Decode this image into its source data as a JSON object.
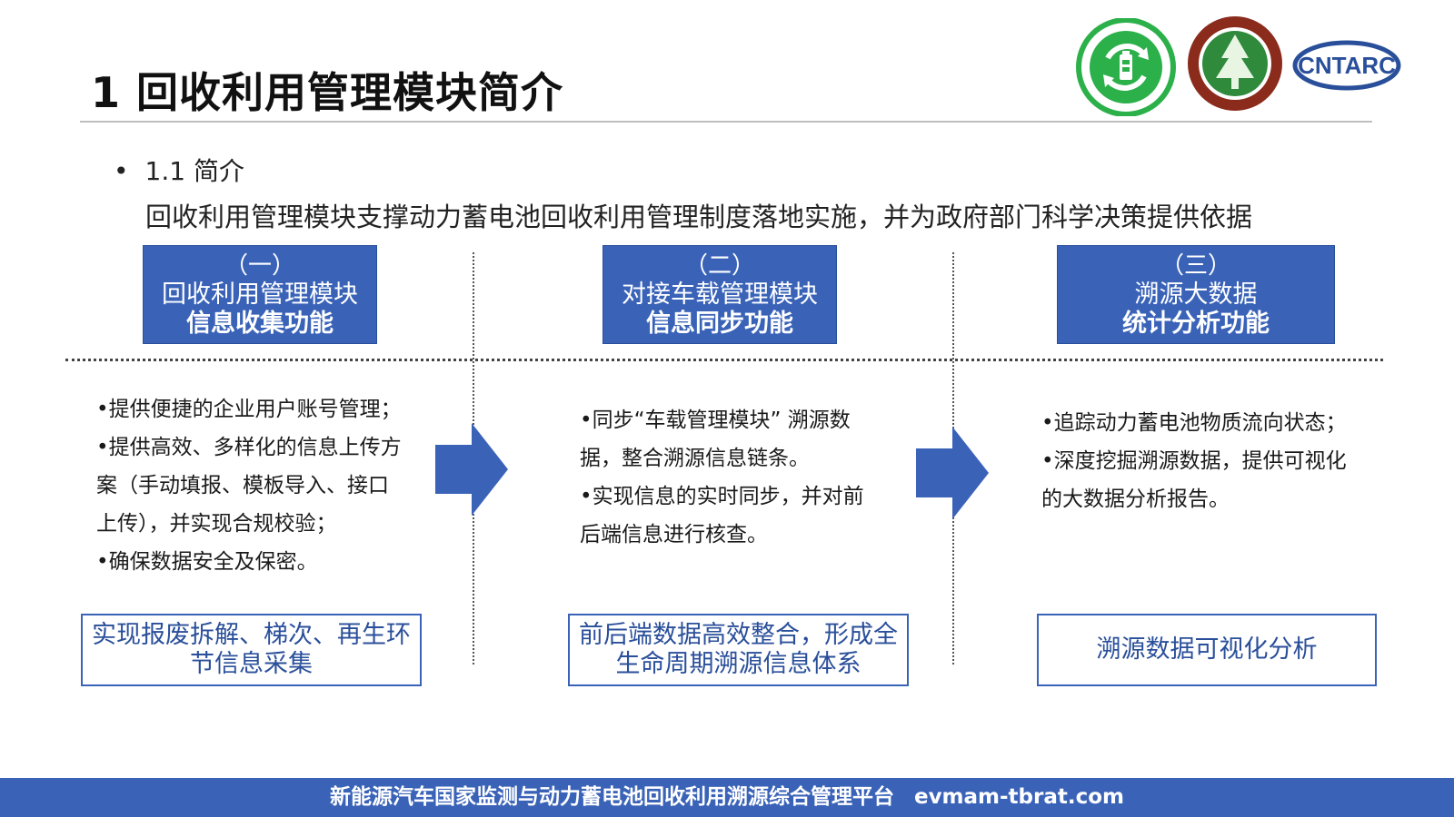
{
  "title": "1 回收利用管理模块简介",
  "logos": [
    {
      "icon": "recycle-battery-logo-icon",
      "color": "#2bb04a"
    },
    {
      "icon": "university-seal-logo-icon",
      "color": "#8a2b1c"
    },
    {
      "icon": "cnta-logo-icon",
      "text": "CNTARC",
      "color": "#2a4f9a"
    }
  ],
  "section": {
    "bullet": "•",
    "heading": "1.1 简介",
    "intro": "回收利用管理模块支撑动力蓄电池回收利用管理制度落地实施，并为政府部门科学决策提供依据"
  },
  "modules": [
    {
      "num": "（一）",
      "name": "回收利用管理模块",
      "func": "信息收集功能",
      "items": [
        "•提供便捷的企业用户账号管理；",
        "•提供高效、多样化的信息上传方",
        "案（手动填报、模板导入、接口",
        "上传），并实现合规校验；",
        "•确保数据安全及保密。"
      ],
      "outcome": [
        "实现报废拆解、梯次、再生环",
        "节信息采集"
      ]
    },
    {
      "num": "（二）",
      "name": "对接车载管理模块",
      "func": "信息同步功能",
      "items": [
        "•同步“车载管理模块” 溯源数",
        "据，整合溯源信息链条。",
        "•实现信息的实时同步，并对前",
        "后端信息进行核查。"
      ],
      "outcome": [
        "前后端数据高效整合，形成全",
        "生命周期溯源信息体系"
      ]
    },
    {
      "num": "（三）",
      "name": "溯源大数据",
      "func": "统计分析功能",
      "items": [
        "•追踪动力蓄电池物质流向状态；",
        "•深度挖掘溯源数据，提供可视化",
        "的大数据分析报告。"
      ],
      "outcome": [
        "溯源数据可视化分析"
      ]
    }
  ],
  "arrows": [
    {
      "icon": "right-arrow-icon"
    },
    {
      "icon": "right-arrow-icon"
    }
  ],
  "footer": {
    "text": "新能源汽车国家监测与动力蓄电池回收利用溯源综合管理平台",
    "url": "evmam-tbrat.com"
  },
  "colors": {
    "accent": "#3a63b8",
    "footer": "#3a63b8"
  }
}
